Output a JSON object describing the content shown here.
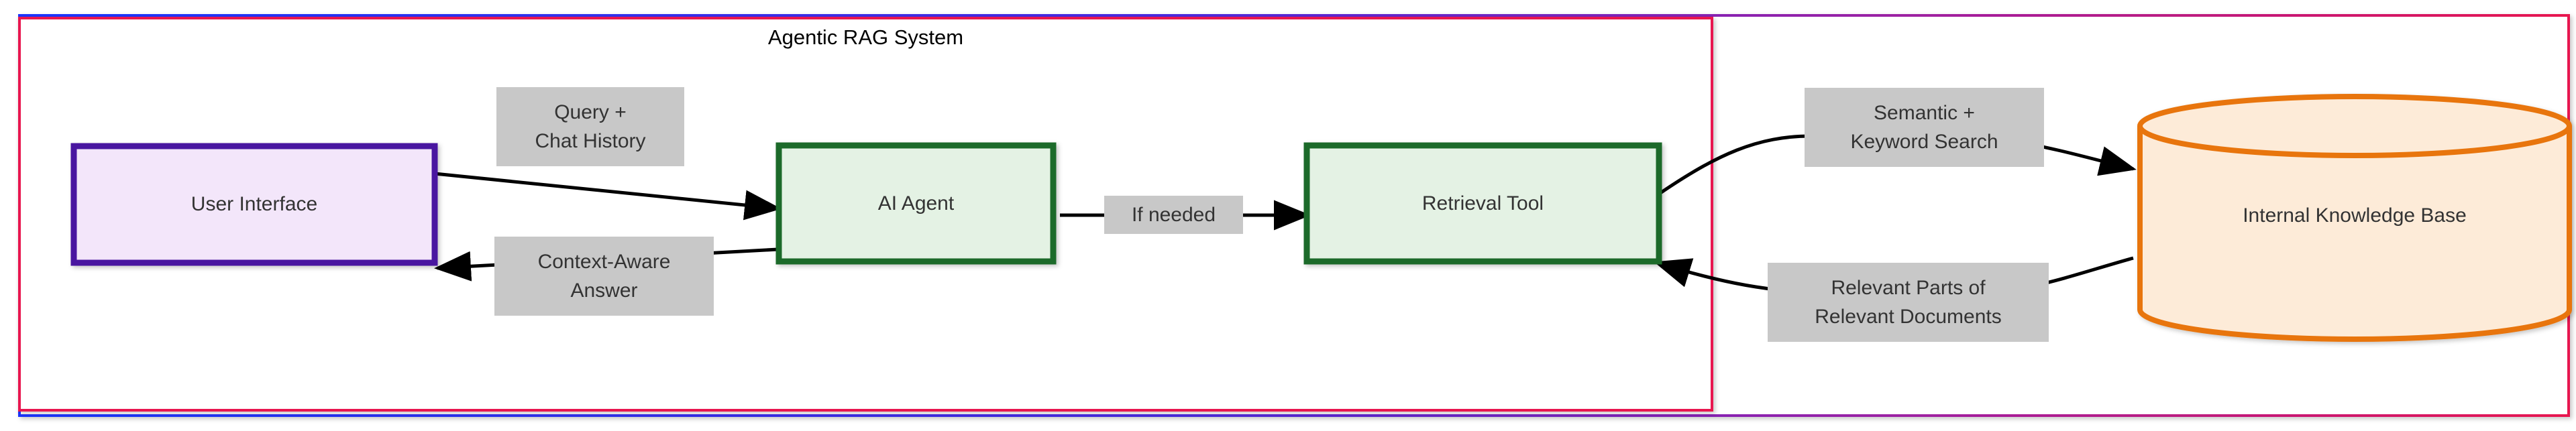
{
  "diagram": {
    "type": "flowchart",
    "title": "Agentic RAG System",
    "background": "#ffffff",
    "clusters": [
      {
        "id": "outer",
        "name": "outer-boundary",
        "label": "",
        "stroke_start": "#1a36ff",
        "stroke_end": "#e8124f",
        "fill": "#ffffff"
      },
      {
        "id": "agentic_rag_system",
        "name": "agentic-rag-system-cluster",
        "label": "Agentic RAG System",
        "stroke": "#e8124f",
        "fill": "#ffffff"
      }
    ],
    "nodes": [
      {
        "id": "user_interface",
        "name": "user-interface-node",
        "label": "User Interface",
        "shape": "rect",
        "stroke": "#4a14a0",
        "fill": "#f3e6fa",
        "text_color": "#333333"
      },
      {
        "id": "ai_agent",
        "name": "ai-agent-node",
        "label": "AI Agent",
        "shape": "rect",
        "stroke": "#1a6b2a",
        "fill": "#e4f2e4",
        "text_color": "#333333"
      },
      {
        "id": "retrieval_tool",
        "name": "retrieval-tool-node",
        "label": "Retrieval Tool",
        "shape": "rect",
        "stroke": "#1a6b2a",
        "fill": "#e4f2e4",
        "text_color": "#333333"
      },
      {
        "id": "internal_knowledge_base",
        "name": "internal-knowledge-base-node",
        "label": "Internal Knowledge Base",
        "shape": "cylinder",
        "stroke": "#e8740c",
        "fill": "#fdebd8",
        "text_color": "#333333"
      }
    ],
    "edges": [
      {
        "id": "ui_to_agent",
        "name": "edge-user-interface-to-ai-agent",
        "from": "user_interface",
        "to": "ai_agent",
        "label_lines": [
          "Query +",
          "Chat History"
        ],
        "label_bg": "#c8c8c8",
        "arrow": "end"
      },
      {
        "id": "agent_to_ui",
        "name": "edge-ai-agent-to-user-interface",
        "from": "ai_agent",
        "to": "user_interface",
        "label_lines": [
          "Context-Aware",
          "Answer"
        ],
        "label_bg": "#c8c8c8",
        "arrow": "end"
      },
      {
        "id": "agent_to_tool",
        "name": "edge-ai-agent-to-retrieval-tool",
        "from": "ai_agent",
        "to": "retrieval_tool",
        "label_lines": [
          "If needed"
        ],
        "label_bg": "#c8c8c8",
        "arrow": "end"
      },
      {
        "id": "tool_to_kb",
        "name": "edge-retrieval-tool-to-knowledge-base",
        "from": "retrieval_tool",
        "to": "internal_knowledge_base",
        "label_lines": [
          "Semantic +",
          "Keyword Search"
        ],
        "label_bg": "#c8c8c8",
        "arrow": "end"
      },
      {
        "id": "kb_to_tool",
        "name": "edge-knowledge-base-to-retrieval-tool",
        "from": "internal_knowledge_base",
        "to": "retrieval_tool",
        "label_lines": [
          "Relevant Parts of",
          "Relevant Documents"
        ],
        "label_bg": "#c8c8c8",
        "arrow": "end"
      }
    ]
  }
}
